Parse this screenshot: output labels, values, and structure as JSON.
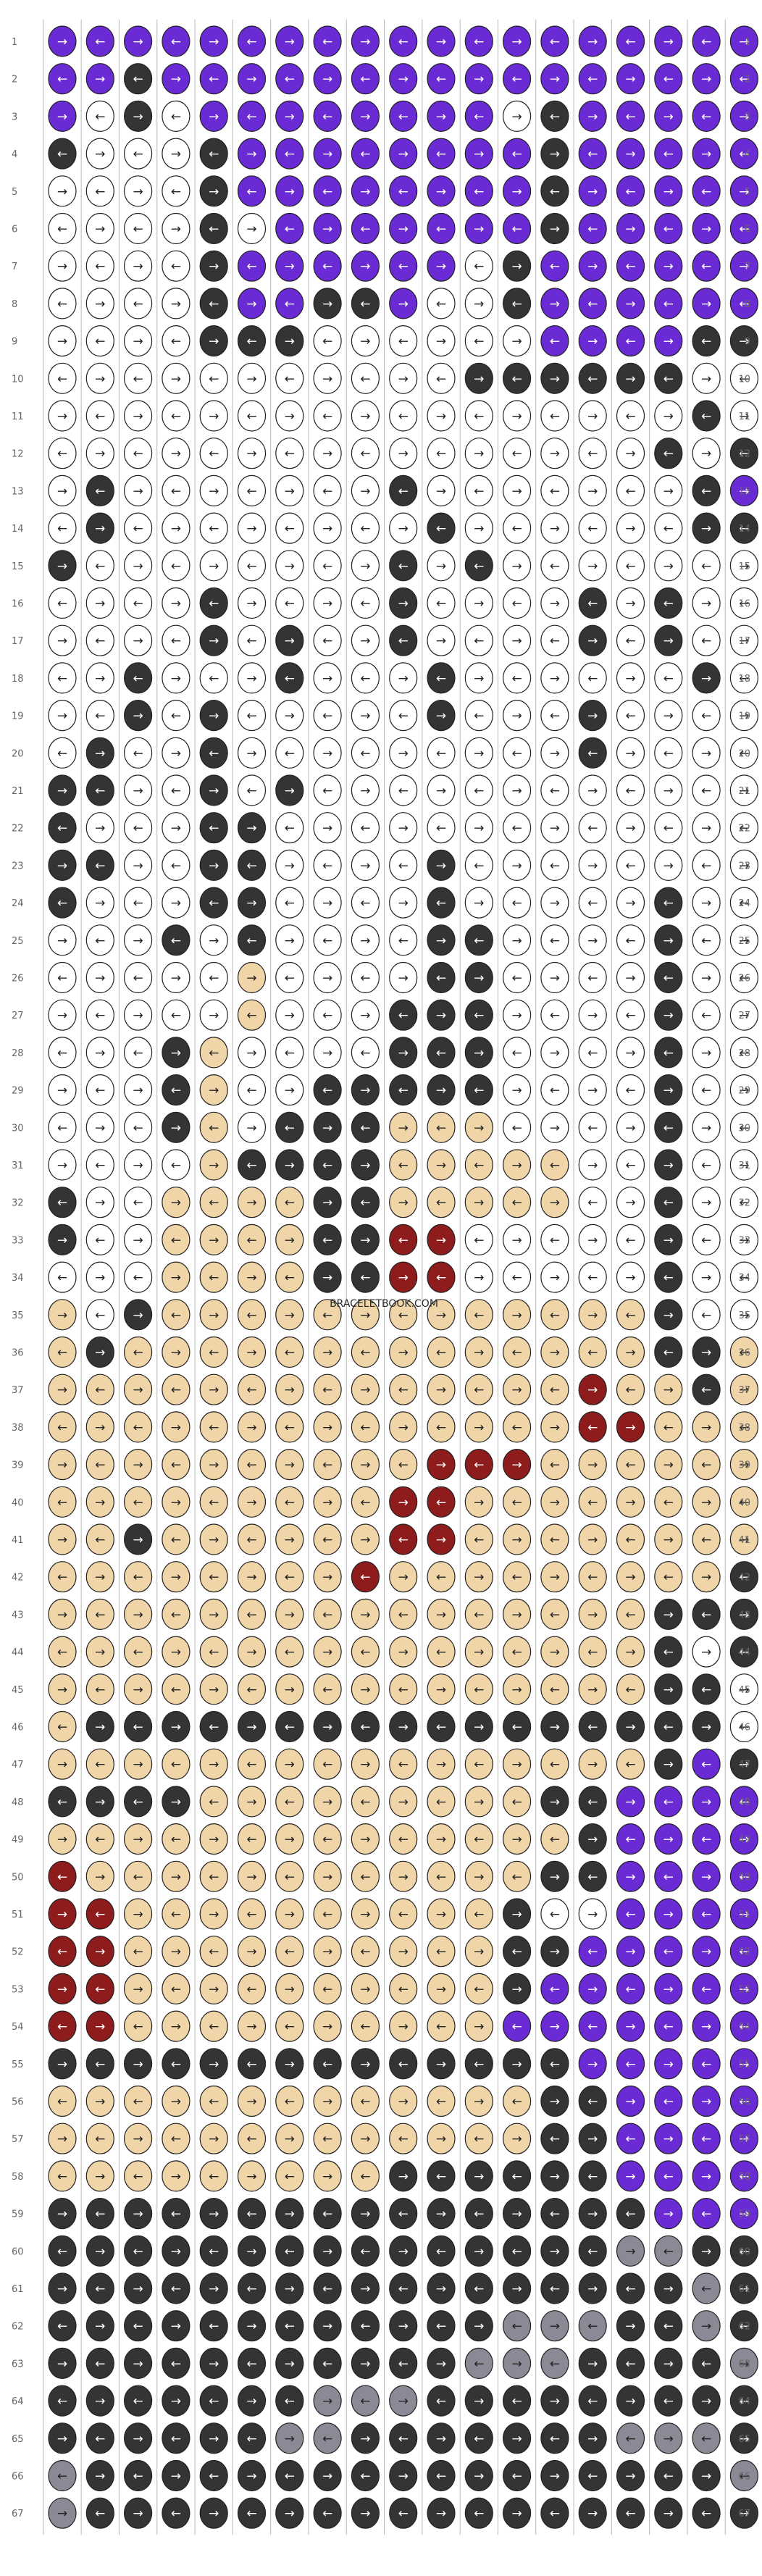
{
  "watermark": "BRACELETBOOK.COM",
  "row_labels": [
    "1",
    "2",
    "3",
    "4",
    "5",
    "6",
    "7",
    "8",
    "9",
    "10",
    "11",
    "12",
    "13",
    "14",
    "15",
    "16",
    "17",
    "18",
    "19",
    "20",
    "21",
    "22",
    "23",
    "24",
    "25",
    "26",
    "27",
    "28",
    "29",
    "30",
    "31",
    "32",
    "33",
    "34",
    "35",
    "36",
    "37",
    "38",
    "39",
    "40",
    "41",
    "42",
    "43",
    "44",
    "45",
    "46",
    "47",
    "48",
    "49",
    "50",
    "51",
    "52",
    "53",
    "54",
    "55",
    "56",
    "57",
    "58",
    "59",
    "60",
    "61",
    "62",
    "63",
    "64",
    "65",
    "66",
    "67"
  ],
  "colors": {
    "purple": "#6a2bd4",
    "white": "#ffffff",
    "dark": "#343434",
    "tan": "#f0d5a8",
    "tan_dark": "#c9a77a",
    "red": "#8e1c1c",
    "gray": "#8a8a96",
    "string_line": "#b8b8b8"
  },
  "pattern": {
    "columns": 19,
    "rows": 67,
    "cells": [
      "PPPPPPPPPPPPPPPPPPP",
      "PPDPPPPPPPPPPPPPPPP",
      "PWDWPPPPPPPPWDPPPPP",
      "DWWWDPPPPPPPPDPPPPP",
      "WWWWDPPPPPPPPDPPPPP",
      "WWWWDWPPPPPPPDPPPPP",
      "WWWWDPPPPPPWDPPPPPP",
      "WWWWDPPDDPWWDPPPPPP",
      "WWWWDDDWWWWWWPPPPDD",
      "WWWWWWWWWWWDDDDDDWW",
      "WWWWWWWWWWWWWWWWWDW",
      "WWWWWWWWWWWWWWWWDWD",
      "WDWWWWWWWDWWWWWWWDP",
      "WDWWWWWWWWDWWWWWWDD",
      "DWWWWWWWWDWDWWWWWWW",
      "WWWWDWWWWDWWWWDWDWW",
      "WWWWDWDWWDWWWWDWDWW",
      "WWDWWWDWWWDWWWWWWDW",
      "WWDWDWWWWWDWWWDWWWW",
      "WDWWDWWWWWWWWWDWWWW",
      "DDWWDWDWWWWWWWWWWWW",
      "DWWWDDWWWWWWWWWWWWW",
      "DDWWDDWWWWDWWWWWWWW",
      "DWWWDDWWWWDWWWWWDWW",
      "WWWDWDWWWWDDWWWWDWW",
      "WWWWWTWWWWDDWWWWDWW",
      "WWWWWTWWWDDDWWWWDWW",
      "WWWDTWWWWDDDWWWWDWW",
      "WWWDTWWDDDDDWWWWDWW",
      "WWWDTWDDDTTTWWWWDWW",
      "WWWWTDDDDTTTTTWWDWW",
      "DWWTTTTDDTTTTTWWDWW",
      "DWWTTTTDDRRWWWWWDWW",
      "WWWTTTTDDRRWWWWWDWW",
      "TWDTTTTTTTTTTTTTDWW",
      "TDTTTTTTTTTTTTTTDDT",
      "TTTTTTTTTTTTTTRTTDT",
      "TTTTTTTTTTTTTTRRTTT",
      "TTTTTTTTTTRRRTTTTTT",
      "TTTTTTTTTRRTTTTTTTT",
      "TTDTTTTTTRRTTTTTTTT",
      "TTTTTTTTRTTTTTTTTTD",
      "TTTTTTTTTTTTTTTTDDD",
      "TTTTTTTTTTTTTTTTDWD",
      "TTTTTTTTTTTTTTTTDDW",
      "TDDDDDDDDDDDDDDDDDW",
      "TTTTTTTTTTTTTTTTDPD",
      "DDDDTTTTTTTTTDDPPPP",
      "TTTTTTTTTTTTTTDPPPP",
      "RTTTTTTTTTTTTDDPPPP",
      "RRTTTTTTTTTTDWWPPPP",
      "RRTTTTTTTTTTDDPPPPP",
      "RRTTTTTTTTTTDPPPPPP",
      "RRTTTTTTTTTTPPPPPPP",
      "DDDDDDDDDDDDDDPPPPP",
      "TTTTTTTTTTTTTDDPPPP",
      "TTTTTTTTTTTTTDDPPPP",
      "TTTTTTTTTDDDDDDPPPP",
      "DDDDDDDDDDDDDDDDPPP",
      "DDDDDDDDDDDDDDDGGDD",
      "DDDDDDDDDDDDDDDDDGD",
      "DDDDDDDDDDDDGGGDDGD",
      "DDDDDDDDDDDGGGDDDDG",
      "DDDDDDDGGGDDDDDDDDD",
      "DDDDDDGGDDDDDDDGGGD",
      "GDDDDDDDDDDDDDDDDDG",
      "GDDDDDDDDDDDDDDDDDD"
    ]
  }
}
